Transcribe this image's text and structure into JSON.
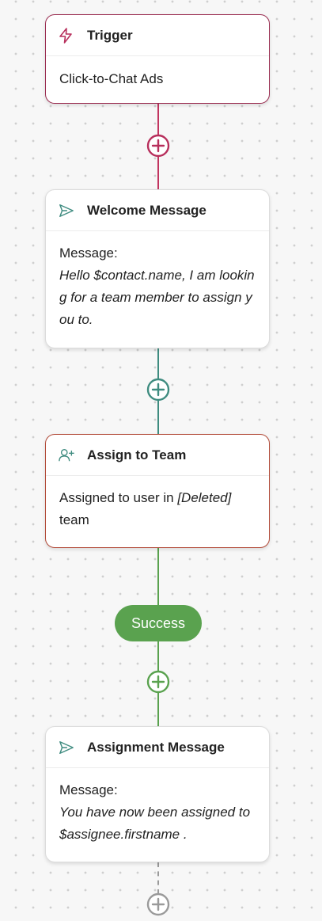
{
  "colors": {
    "trigger": "#b72f5c",
    "welcome": "#3f8c80",
    "assign": "#b24a38",
    "success": "#5aa24f",
    "pending": "#9a9a9a"
  },
  "nodes": {
    "trigger": {
      "title": "Trigger",
      "body": "Click-to-Chat Ads",
      "icon": "lightning-icon"
    },
    "welcome": {
      "title": "Welcome Message",
      "label": "Message:",
      "message": "Hello $contact.name, I am looking for a team member to assign you to.",
      "icon": "send-icon"
    },
    "assign": {
      "title": "Assign to Team",
      "body_prefix": "Assigned to user in ",
      "team": "[Deleted]",
      "body_suffix": " team",
      "icon": "user-plus-icon"
    },
    "branch": {
      "label": "Success"
    },
    "assignment": {
      "title": "Assignment Message",
      "label": "Message:",
      "message": "You have now been assigned to $assignee.firstname .",
      "icon": "send-icon"
    }
  }
}
